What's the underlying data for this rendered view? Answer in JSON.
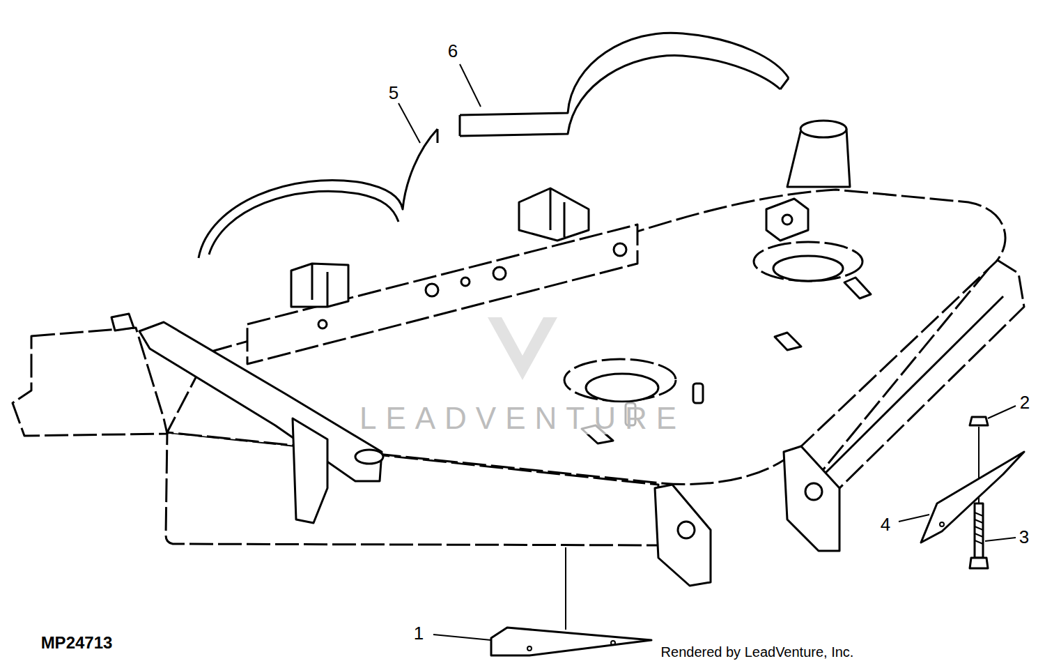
{
  "diagram": {
    "labels": [
      "6",
      "5",
      "2",
      "4",
      "3",
      "1",
      "MP24713",
      "Rendered by LeadVenture, Inc.",
      "LEADVENTURE"
    ]
  }
}
